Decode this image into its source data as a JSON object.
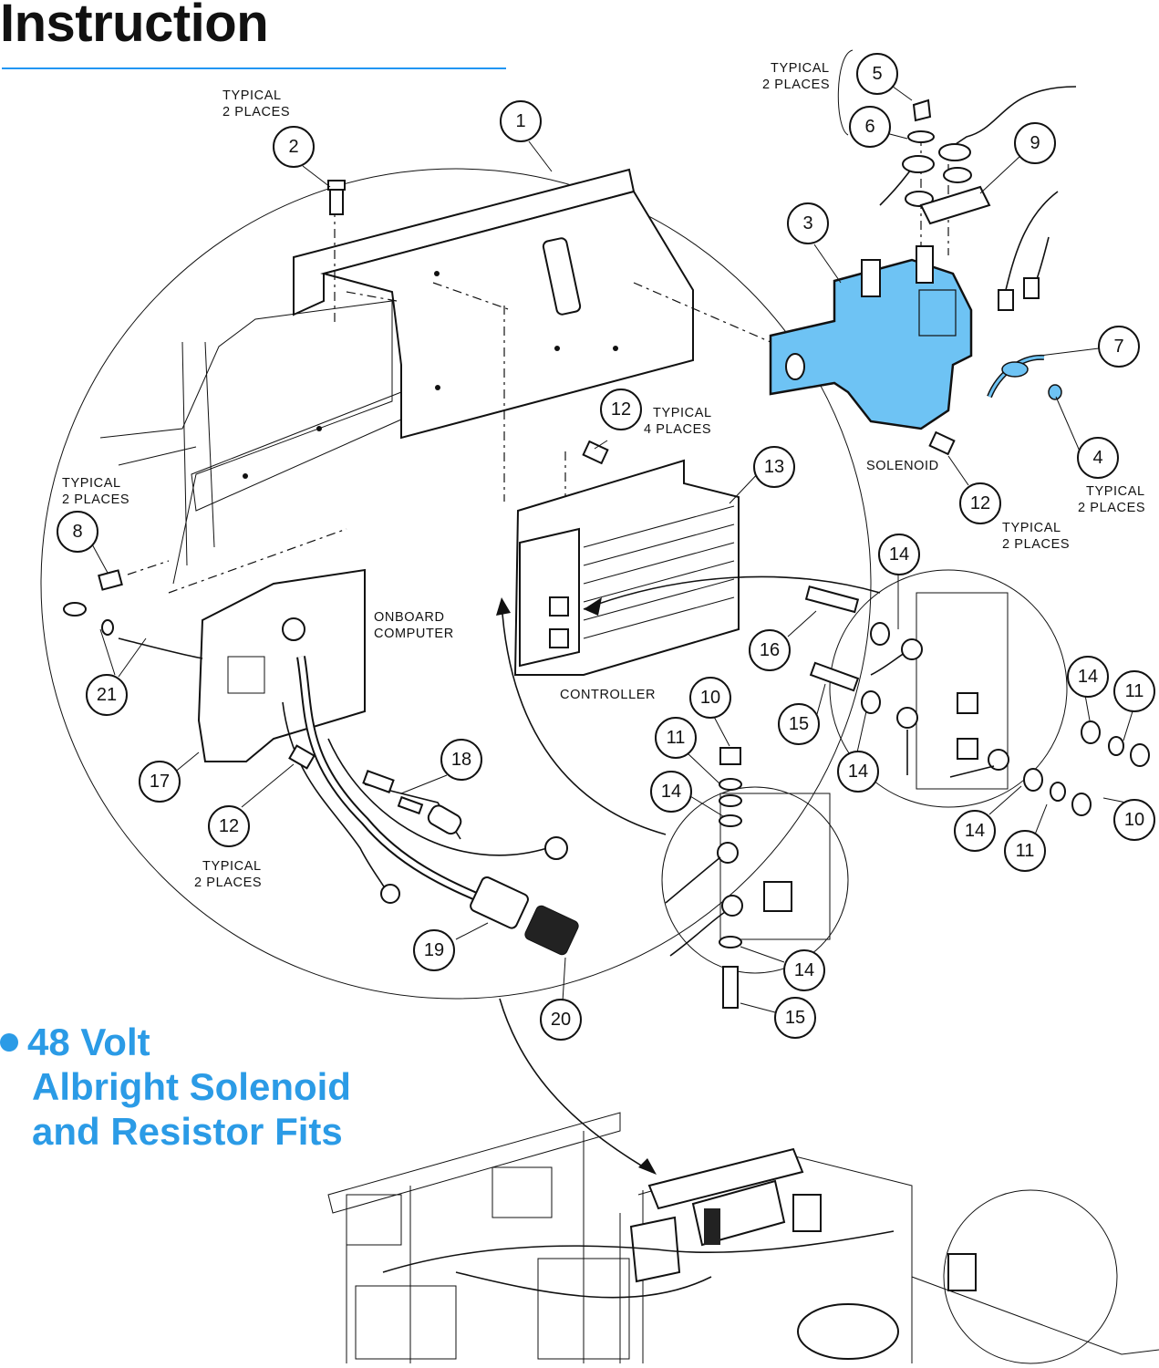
{
  "header": {
    "title": "Instruction"
  },
  "feature": {
    "line1": "48 Volt",
    "line2": "Albright Solenoid",
    "line3": "and Resistor Fits"
  },
  "labels": {
    "typical_2_places": [
      "TYPICAL",
      "2 PLACES"
    ],
    "typical_4_places": [
      "TYPICAL",
      "4 PLACES"
    ],
    "solenoid": "SOLENOID",
    "controller": "CONTROLLER",
    "onboard_computer": [
      "ONBOARD",
      "COMPUTER"
    ]
  },
  "callouts": [
    "1",
    "2",
    "3",
    "4",
    "5",
    "6",
    "7",
    "8",
    "9",
    "10",
    "11",
    "12",
    "13",
    "14",
    "15",
    "16",
    "17",
    "18",
    "19",
    "20",
    "21"
  ],
  "colors": {
    "accent": "#2b9be6",
    "rule": "#2196f3",
    "solenoid_highlight": "#6ec3f4"
  }
}
